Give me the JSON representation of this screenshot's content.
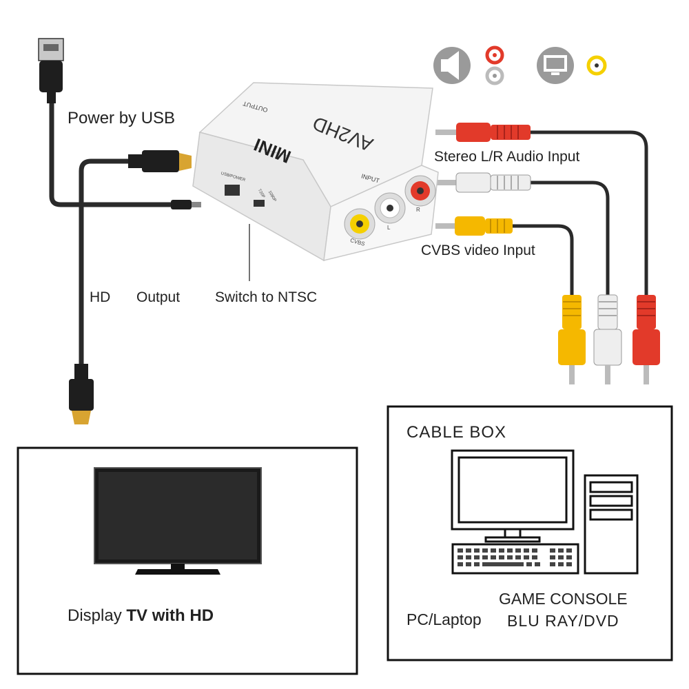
{
  "labels": {
    "power": "Power by USB",
    "stereo": "Stereo L/R Audio Input",
    "cvbs": "CVBS video Input",
    "hd": "HD",
    "output": "Output",
    "ntsc": "Switch to NTSC"
  },
  "device": {
    "brand": "AV2HD",
    "model": "MINI",
    "output_label": "OUTPUT",
    "input_label": "INPUT",
    "usb_power": "USB/POWER",
    "res_720": "720P",
    "res_1080": "1080P",
    "port_cvbs": "CVBS",
    "port_l": "L",
    "port_r": "R"
  },
  "display_box": {
    "prefix": "Display",
    "tv": "TV with HD"
  },
  "source_box": {
    "cable": "CABLE BOX",
    "pc": "PC/Laptop",
    "console": "GAME CONSOLE",
    "bluray": "BLU RAY/DVD"
  },
  "icons": [
    "speaker-icon",
    "audio-rca-icon",
    "monitor-icon",
    "video-rca-icon"
  ],
  "colors": {
    "cable": "#2a2a2a",
    "rca_red": "#e23a2a",
    "rca_white": "#eeeeee",
    "rca_yellow": "#f5b800",
    "gold": "#d8a431",
    "icon_gray": "#9a9a9a"
  }
}
